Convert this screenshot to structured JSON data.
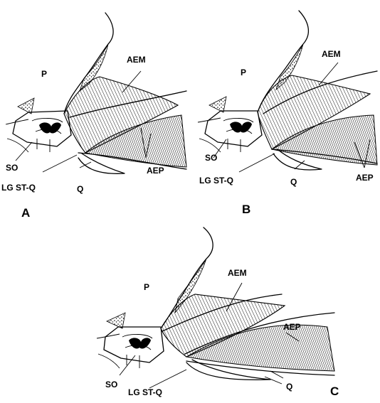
{
  "panels": [
    {
      "id": "A",
      "panel_letter": "A",
      "labels": {
        "p": "P",
        "aem": "AEM",
        "so": "SO",
        "lg_st_q": "LG ST-Q",
        "q": "Q",
        "aep": "AEP"
      }
    },
    {
      "id": "B",
      "panel_letter": "B",
      "labels": {
        "p": "P",
        "aem": "AEM",
        "so": "SO",
        "lg_st_q": "LG ST-Q",
        "q": "Q",
        "aep": "AEP"
      }
    },
    {
      "id": "C",
      "panel_letter": "C",
      "labels": {
        "p": "P",
        "aem": "AEM",
        "so": "SO",
        "lg_st_q": "LG ST-Q",
        "q": "Q",
        "aep": "AEP"
      }
    }
  ],
  "colors": {
    "ink": "#000000",
    "background": "#ffffff"
  }
}
